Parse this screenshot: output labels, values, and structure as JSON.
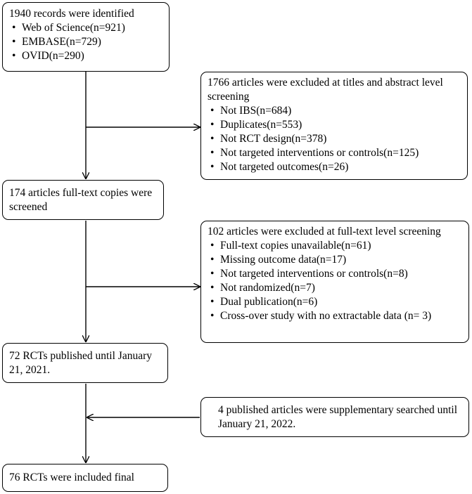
{
  "boxes": {
    "identified": {
      "heading": "1940 records were identified",
      "items": [
        "Web of Science(n=921)",
        "EMBASE(n=729)",
        "OVID(n=290)"
      ]
    },
    "excluded_titles": {
      "heading": "1766 articles were excluded at titles and abstract level screening",
      "items": [
        "Not IBS(n=684)",
        "Duplicates(n=553)",
        "Not RCT design(n=378)",
        "Not targeted interventions or controls(n=125)",
        "Not targeted outcomes(n=26)"
      ]
    },
    "fulltext_screened": {
      "heading": "174 articles full-text copies were screened"
    },
    "excluded_fulltext": {
      "heading": "102 articles were excluded at full-text level screening",
      "items": [
        "Full-text copies unavailable(n=61)",
        "Missing outcome data(n=17)",
        "Not targeted interventions or controls(n=8)",
        "Not randomized(n=7)",
        "Dual publication(n=6)",
        "Cross-over study with no extractable data (n= 3)"
      ]
    },
    "rcts_published": {
      "heading": "72 RCTs published until January 21, 2021."
    },
    "supplementary": {
      "heading": "4 published articles were supplementary searched until January 21, 2022."
    },
    "included": {
      "heading": "76 RCTs were included final"
    }
  }
}
